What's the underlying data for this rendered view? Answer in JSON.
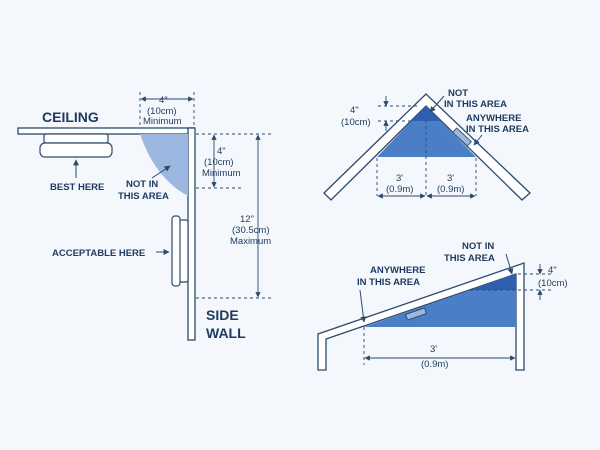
{
  "colors": {
    "background": "#f4f7fb",
    "ink": "#1e3a5f",
    "zone_dark": "#2f5fae",
    "zone_mid": "#4a7fc8",
    "zone_light": "#9db8e0"
  },
  "wall_diagram": {
    "ceiling_label": "CEILING",
    "side_wall_label_1": "SIDE",
    "side_wall_label_2": "WALL",
    "best_here": "BEST HERE",
    "not_in_area_1": "NOT IN",
    "not_in_area_2": "THIS AREA",
    "acceptable_here": "ACCEPTABLE HERE",
    "top_dim": {
      "l1": "4\"",
      "l2": "(10cm)",
      "l3": "Minimum"
    },
    "side_min_dim": {
      "l1": "4\"",
      "l2": "(10cm)",
      "l3": "Minimum"
    },
    "side_max_dim": {
      "l1": "12\"",
      "l2": "(30.5cm)",
      "l3": "Maximum"
    }
  },
  "peaked_diagram": {
    "not_in_area_1": "NOT",
    "not_in_area_2": "IN THIS AREA",
    "anywhere_1": "ANYWHERE",
    "anywhere_2": "IN THIS AREA",
    "peak_dim": {
      "l1": "4\"",
      "l2": "(10cm)"
    },
    "left_dim": {
      "l1": "3'",
      "l2": "(0.9m)"
    },
    "right_dim": {
      "l1": "3'",
      "l2": "(0.9m)"
    }
  },
  "sloped_diagram": {
    "not_in_area_1": "NOT IN",
    "not_in_area_2": "THIS AREA",
    "anywhere_1": "ANYWHERE",
    "anywhere_2": "IN THIS AREA",
    "right_dim": {
      "l1": "4\"",
      "l2": "(10cm)"
    },
    "bottom_dim": {
      "l1": "3'",
      "l2": "(0.9m)"
    }
  }
}
